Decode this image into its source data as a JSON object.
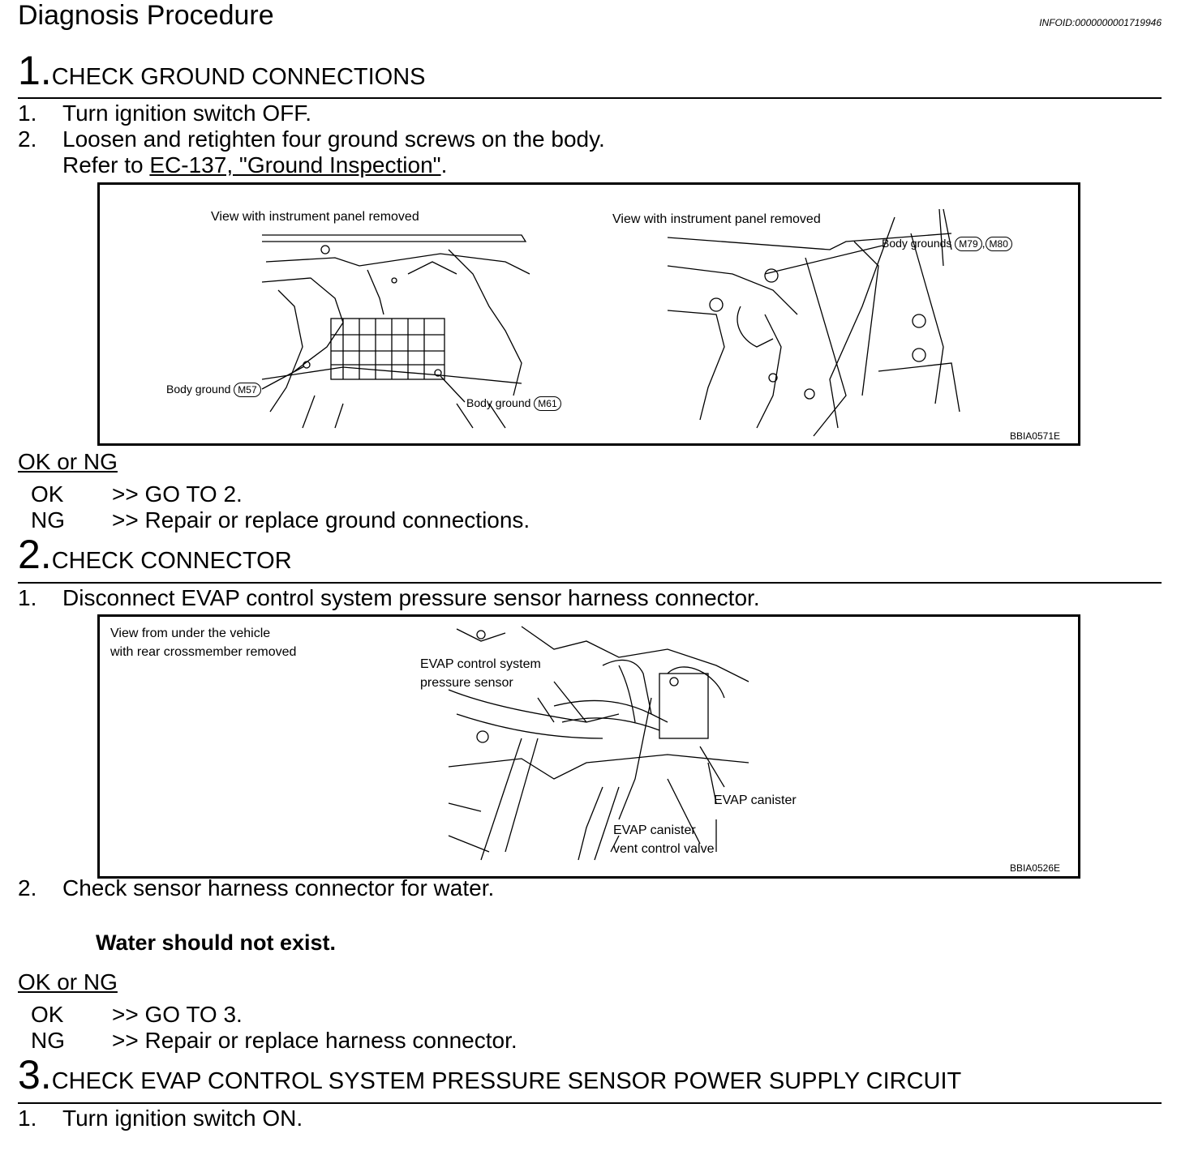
{
  "header": {
    "title": "Diagnosis Procedure",
    "info_id": "INFOID:0000000001719946"
  },
  "step1": {
    "number": "1.",
    "title": "CHECK GROUND CONNECTIONS",
    "items": [
      {
        "num": "1.",
        "text": "Turn ignition switch OFF."
      },
      {
        "num": "2.",
        "text": "Loosen and retighten four ground screws on the body."
      }
    ],
    "refer_prefix": "Refer to ",
    "refer_link": "EC-137, \"Ground Inspection\"",
    "refer_suffix": ".",
    "figure": {
      "left_caption": "View with instrument panel removed",
      "right_caption": "View with instrument panel removed",
      "body_ground_m57": "Body ground",
      "m57": "M57",
      "body_ground_m61": "Body ground",
      "m61": "M61",
      "body_grounds": "Body grounds",
      "m79": "M79",
      "m80": "M80",
      "code": "BBIA0571E"
    },
    "okng_title": "OK or NG",
    "ok_label": "OK",
    "ok_text": ">> GO TO 2.",
    "ng_label": "NG",
    "ng_text": ">> Repair or replace ground connections."
  },
  "step2": {
    "number": "2.",
    "title": "CHECK CONNECTOR",
    "item1_num": "1.",
    "item1_text": "Disconnect EVAP control system pressure sensor harness connector.",
    "figure": {
      "caption_line1": "View from under the vehicle",
      "caption_line2": "with rear crossmember removed",
      "sensor_line1": "EVAP control system",
      "sensor_line2": "pressure sensor",
      "canister": "EVAP canister",
      "valve_line1": "EVAP canister",
      "valve_line2": "vent control valve",
      "code": "BBIA0526E"
    },
    "item2_num": "2.",
    "item2_text": "Check sensor harness connector for water.",
    "note": "Water should not exist.",
    "okng_title": "OK or NG",
    "ok_label": "OK",
    "ok_text": ">> GO TO 3.",
    "ng_label": "NG",
    "ng_text": ">> Repair or replace harness connector."
  },
  "step3": {
    "number": "3.",
    "title": "CHECK EVAP CONTROL SYSTEM PRESSURE SENSOR POWER SUPPLY CIRCUIT",
    "item1_num": "1.",
    "item1_text": "Turn ignition switch ON."
  }
}
